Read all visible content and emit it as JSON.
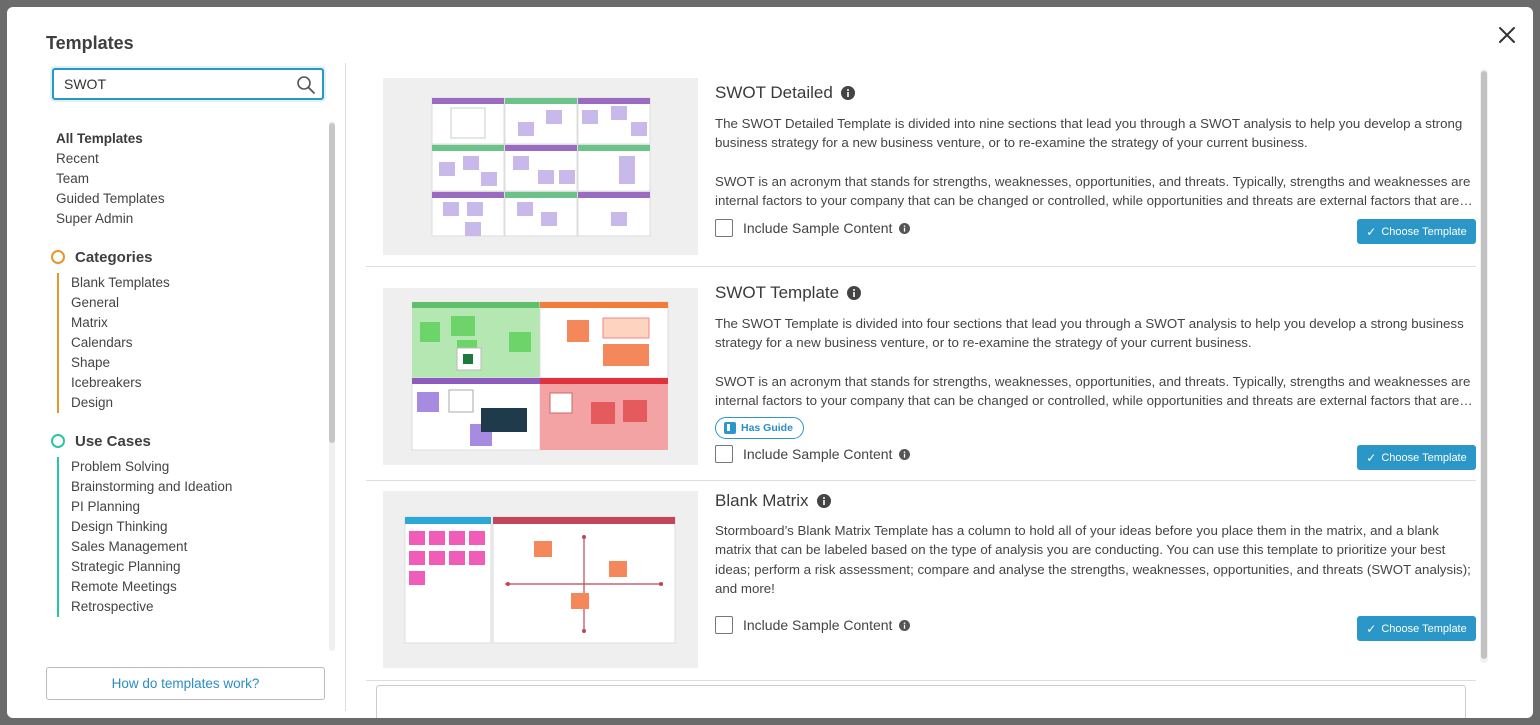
{
  "dialog": {
    "title": "Templates"
  },
  "search": {
    "value": "SWOT",
    "placeholder": ""
  },
  "nav": {
    "top": [
      "All Templates",
      "Recent",
      "Team",
      "Guided Templates",
      "Super Admin"
    ],
    "categories": {
      "label": "Categories",
      "color": "#e8952c",
      "items": [
        "Blank Templates",
        "General",
        "Matrix",
        "Calendars",
        "Shape",
        "Icebreakers",
        "Design"
      ]
    },
    "use_cases": {
      "label": "Use Cases",
      "color": "#2bc4a9",
      "items": [
        "Problem Solving",
        "Brainstorming and Ideation",
        "PI Planning",
        "Design Thinking",
        "Sales Management",
        "Strategic Planning",
        "Remote Meetings",
        "Retrospective"
      ]
    },
    "help_button": "How do templates work?"
  },
  "templates": [
    {
      "title": "SWOT Detailed",
      "paragraph1": "The SWOT Detailed Template is divided into nine sections that lead you through a SWOT analysis to help you develop a strong business strategy for a new business venture, or to re-examine the strategy of your current business.",
      "paragraph2": "SWOT is an acronym that stands for strengths, weaknesses, opportunities, and threats. Typically, strengths and weaknesses are internal factors to your company that can be changed or controlled, while opportunities and threats are external factors that are out of your control.",
      "include_label": "Include Sample Content",
      "choose_label": "Choose Template"
    },
    {
      "title": "SWOT Template",
      "paragraph1": "The SWOT Template is divided into four sections that lead you through a SWOT analysis to help you develop a strong business strategy for a new business venture, or to re-examine the strategy of your current business.",
      "paragraph2": "SWOT is an acronym that stands for strengths, weaknesses, opportunities, and threats. Typically, strengths and weaknesses are internal factors to your company that can be changed or controlled, while opportunities and threats are external factors that are out of your control.",
      "badge": "Has Guide",
      "include_label": "Include Sample Content",
      "choose_label": "Choose Template"
    },
    {
      "title": "Blank Matrix",
      "paragraph1": "Stormboard’s Blank Matrix Template has a column to hold all of your ideas before you place them in the matrix, and a blank matrix that can be labeled based on the type of analysis you are conducting. You can use this template to prioritize your best ideas; perform a risk assessment; compare and analyse the strengths, weaknesses, opportunities, and threats (SWOT analysis); and more!",
      "include_label": "Include Sample Content",
      "choose_label": "Choose Template"
    }
  ],
  "colors": {
    "accent": "#2a97c8",
    "purple": "#9b6bc2",
    "green": "#6cc38a",
    "orange": "#f27d3b",
    "red": "#e0323d",
    "pink": "#e85ab0"
  }
}
